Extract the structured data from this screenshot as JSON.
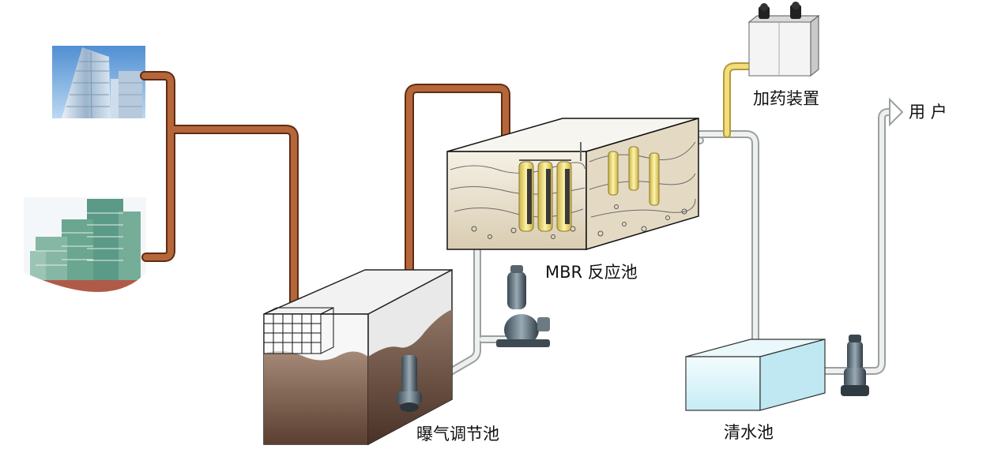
{
  "labels": {
    "aeration_tank": "曝气调节池",
    "mbr_tank": "MBR 反应池",
    "dosing_device": "加药装置",
    "clear_water_tank": "清水池",
    "user": "用 户"
  },
  "colors": {
    "brown_pipe": "#a0522d",
    "gray_pipe": "#c8cccc",
    "yellow_pipe": "#e8d06a",
    "sewage": "#8c6a57",
    "clear_water": "#dff6fb",
    "mbr_water": "#e9e1cf",
    "membrane": "#f0dd7a"
  },
  "icons": [
    "office-tower-image",
    "apartment-building-image",
    "submersible-pump-icon",
    "roots-blower-icon",
    "dosing-unit-icon",
    "transfer-pump-icon",
    "flow-arrow-icon"
  ]
}
